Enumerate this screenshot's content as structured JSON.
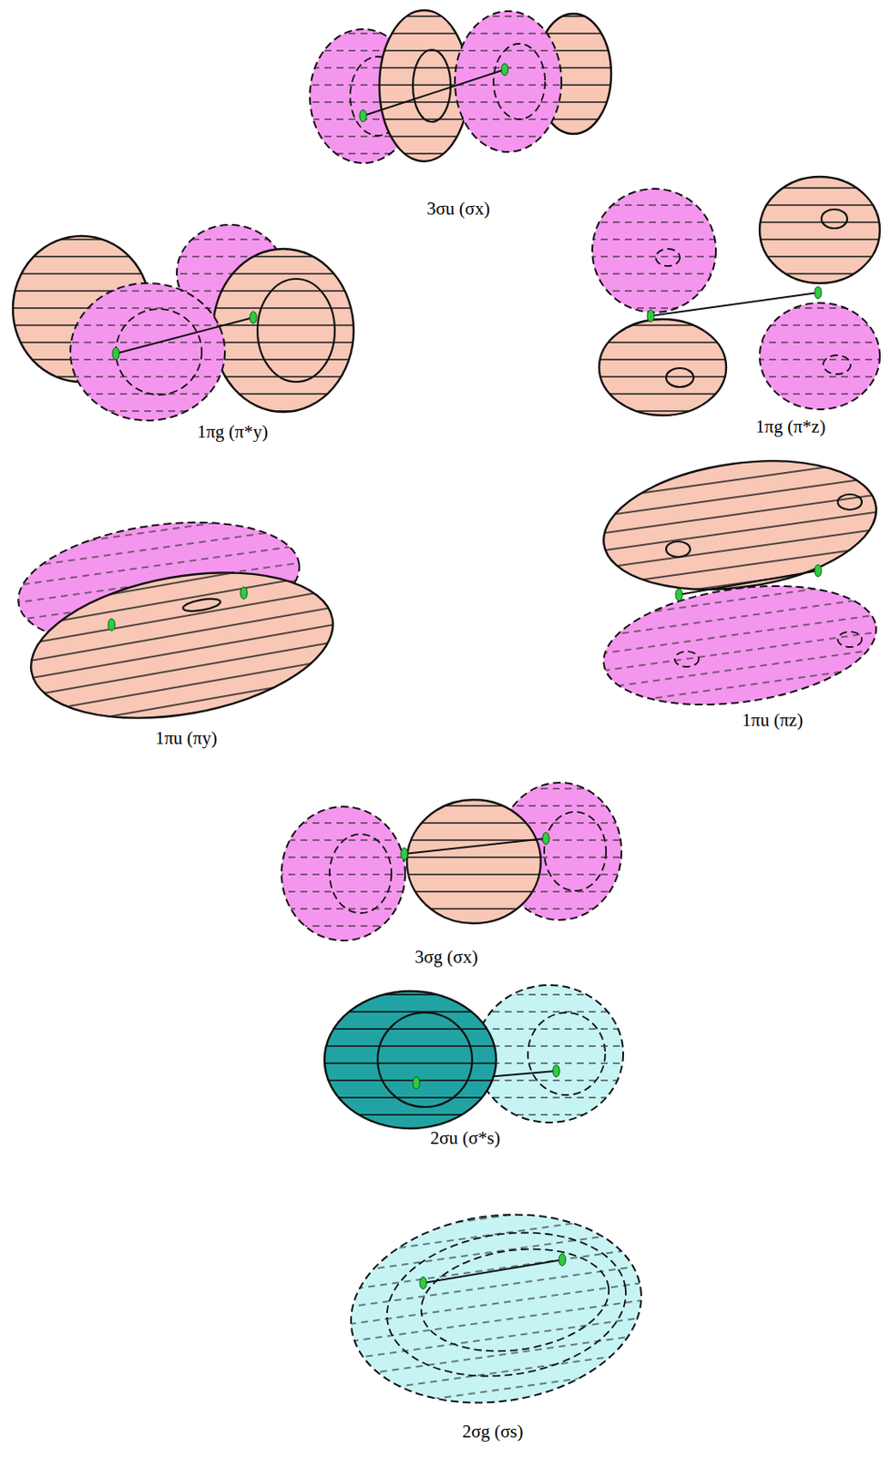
{
  "diagram": {
    "labels": [
      "3σu (σx)",
      "1πg (π*y)",
      "1πg (π*z)",
      "1πu (πy)",
      "1πu (πz)",
      "3σg (σx)",
      "2σu (σ*s)",
      "2σg (σs)"
    ]
  }
}
